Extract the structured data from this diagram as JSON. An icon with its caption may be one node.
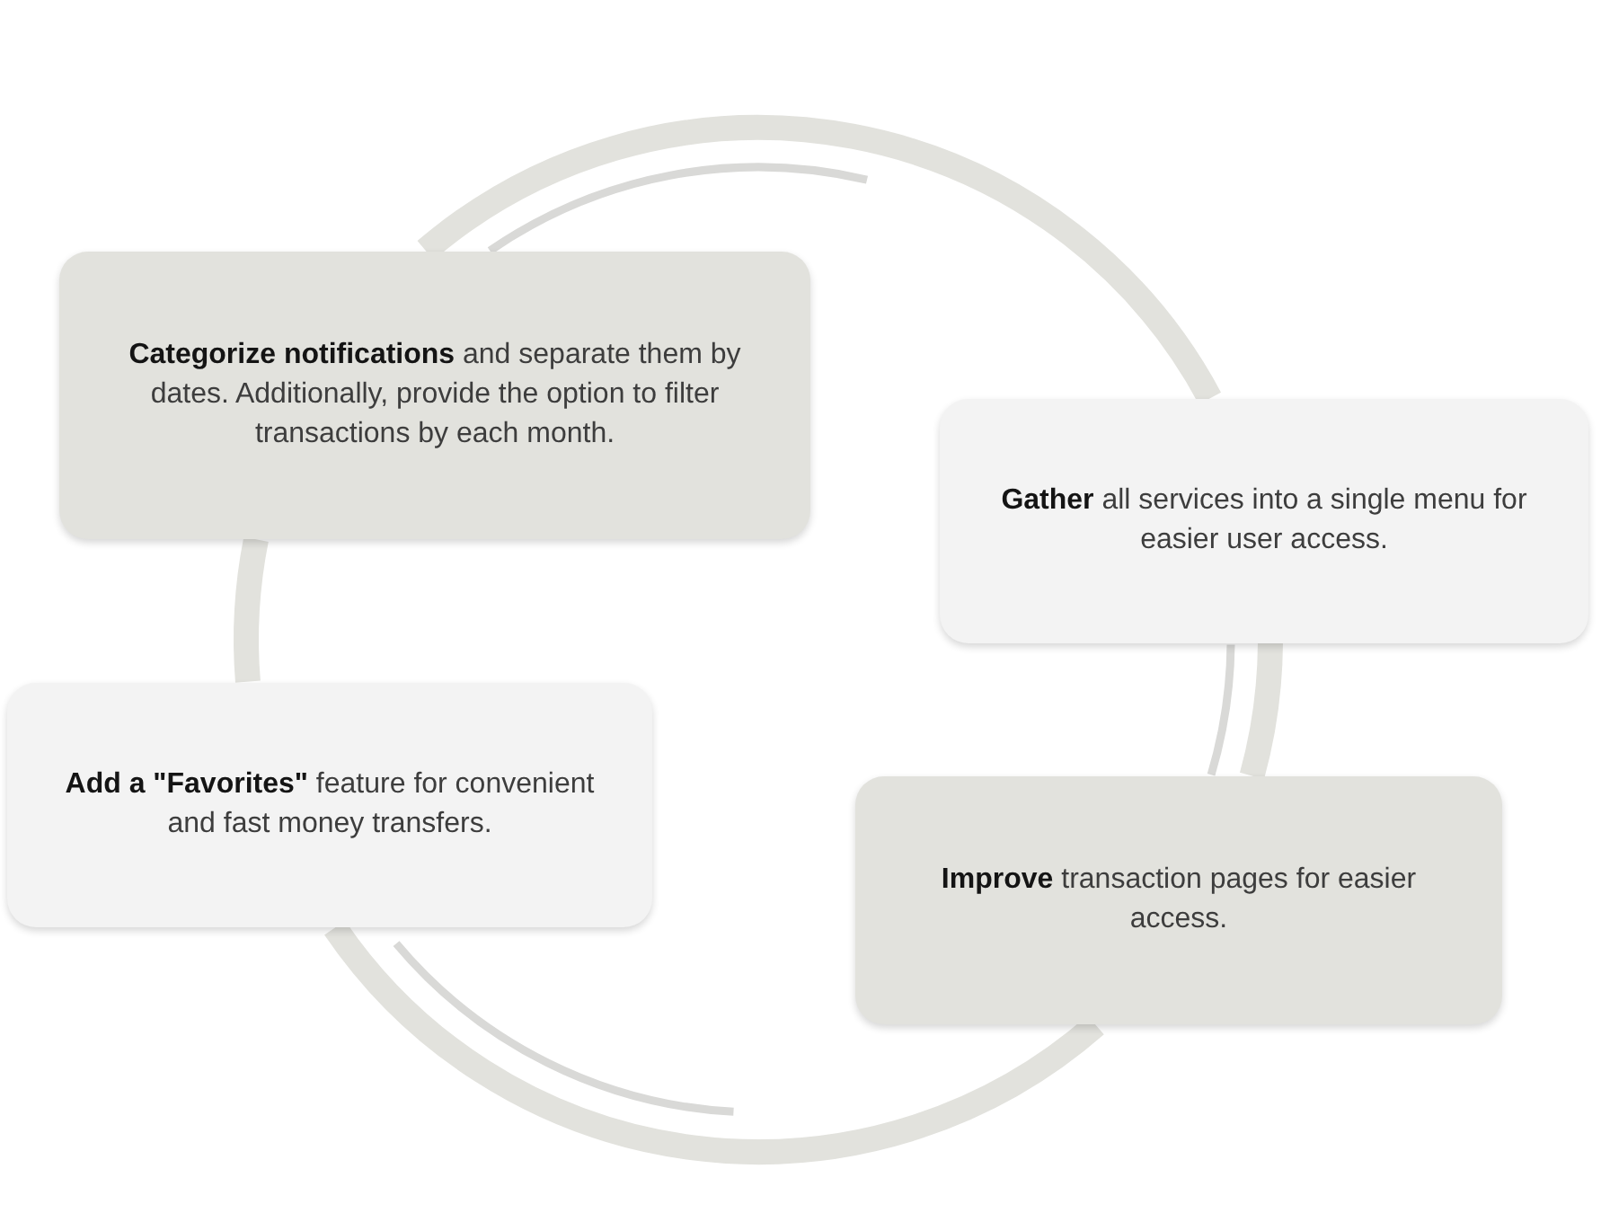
{
  "diagram": {
    "nodes": [
      {
        "text": [
          "**Categorize notifications** and separate them by dates. Additionally, provide the option to filter transactions by each month."
        ]
      },
      {
        "text": [
          "**Gather** all services into a single menu for easier user access."
        ]
      },
      {
        "text": [
          "**Add a \"Favorites\"** feature for convenient and fast money transfers."
        ]
      },
      {
        "text": [
          "**Improve** transaction pages for easier access."
        ]
      }
    ],
    "edges": [
      {
        "from": 0,
        "to": 1,
        "arrow": "none"
      },
      {
        "from": 1,
        "to": 3,
        "arrow": "none"
      },
      {
        "from": 3,
        "to": 2,
        "arrow": "none"
      },
      {
        "from": 2,
        "to": 0,
        "arrow": "none"
      }
    ]
  }
}
